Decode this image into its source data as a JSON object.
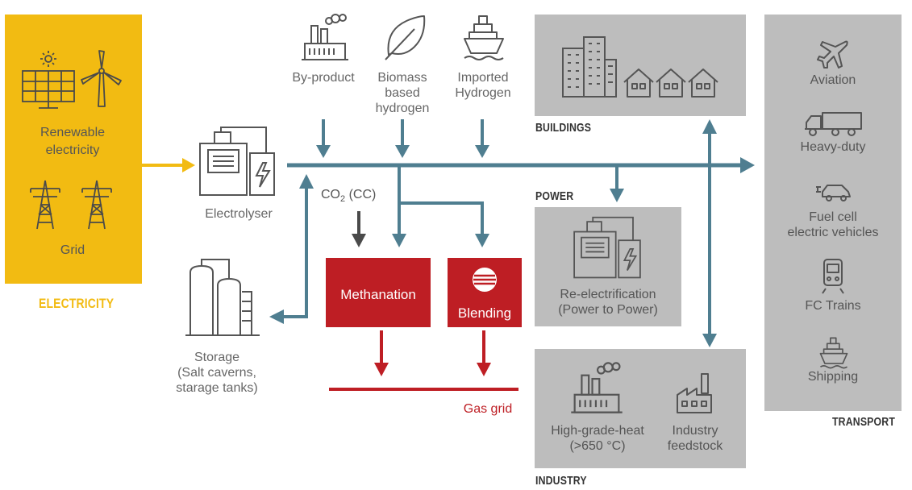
{
  "colors": {
    "electricity": "#F2BB12",
    "sector_box": "#BDBDBD",
    "flow": "#4F7E90",
    "gas": "#BE1E24",
    "co2": "#4A4A4A",
    "text": "#666666"
  },
  "electricity": {
    "renewable": "Renewable\nelectricity",
    "grid": "Grid",
    "title": "ELECTRICITY"
  },
  "electrolyser": "Electrolyser",
  "storage": "Storage\n(Salt caverns,\nstarage tanks)",
  "sources": {
    "byproduct": "By-product",
    "biomass": "Biomass\nbased\nhydrogen",
    "imported": "Imported\nHydrogen"
  },
  "co2": {
    "base": "CO",
    "sub": "2",
    "suffix": " (CC)"
  },
  "methanation": "Methanation",
  "blending": "Blending",
  "gas_grid": "Gas grid",
  "buildings": {
    "title": "BUILDINGS"
  },
  "power": {
    "title": "POWER",
    "item": "Re-electrification\n(Power to Power)"
  },
  "industry": {
    "title": "INDUSTRY",
    "heat": "High-grade-heat\n(>650 °C)",
    "feedstock": "Industry\nfeedstock"
  },
  "transport": {
    "title": "TRANSPORT",
    "items": [
      "Aviation",
      "Heavy-duty",
      "Fuel cell\nelectric vehicles",
      "FC Trains",
      "Shipping"
    ]
  }
}
